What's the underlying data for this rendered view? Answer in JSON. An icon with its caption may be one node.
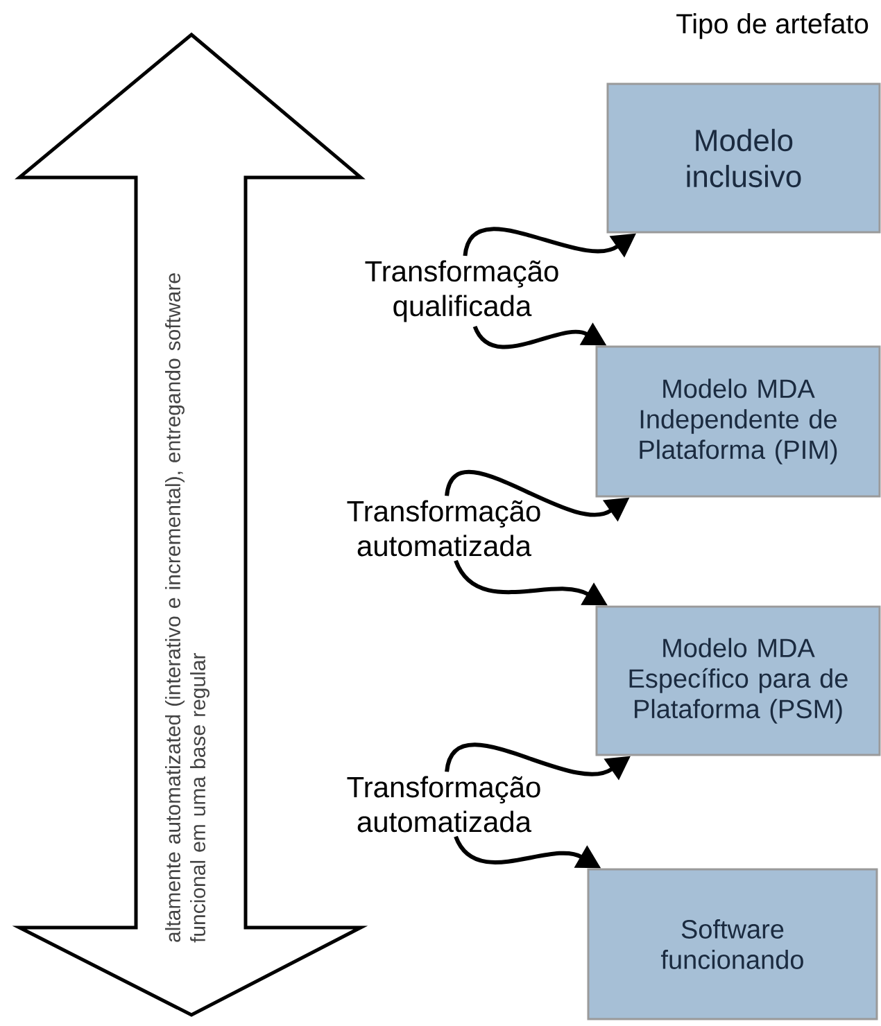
{
  "diagram": {
    "title": "Tipo de artefato",
    "nodes": [
      {
        "text": [
          "altamente automatizated (interativo e incremental), entregando software funcional em uma base regular"
        ]
      },
      {
        "text": [
          "Modelo inclusivo"
        ]
      },
      {
        "text": [
          "Transformação qualificada"
        ]
      },
      {
        "text": [
          "Modelo MDA Independente de Plataforma (PIM)"
        ]
      },
      {
        "text": [
          "Transformação automatizada"
        ]
      },
      {
        "text": [
          "Modelo MDA Específico para de Plataforma (PSM)"
        ]
      },
      {
        "text": [
          "Transformação automatizada"
        ]
      },
      {
        "text": [
          "Software funcionando"
        ]
      }
    ],
    "edges": [
      {
        "from": 2,
        "to": 1,
        "arrow": "to"
      },
      {
        "from": 2,
        "to": 3,
        "arrow": "to"
      },
      {
        "from": 4,
        "to": 3,
        "arrow": "to"
      },
      {
        "from": 4,
        "to": 5,
        "arrow": "to"
      },
      {
        "from": 6,
        "to": 5,
        "arrow": "to"
      },
      {
        "from": 6,
        "to": 7,
        "arrow": "to"
      }
    ]
  }
}
